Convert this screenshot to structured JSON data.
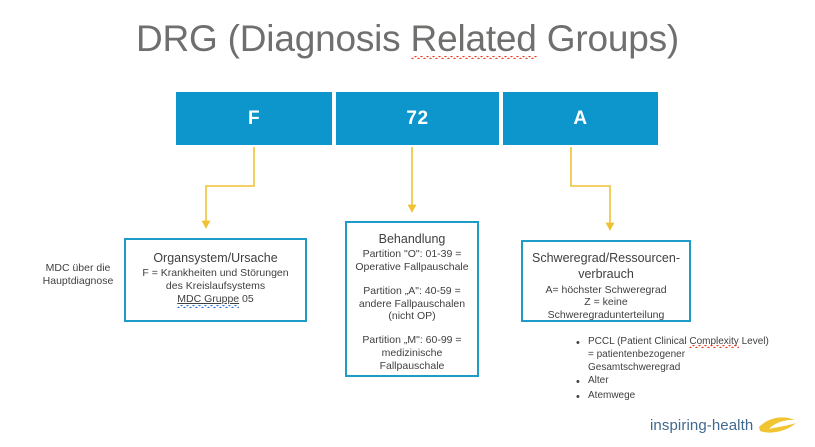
{
  "slide": {
    "background": "#ffffff",
    "accent_blue": "#0d96cc",
    "box_border_blue": "#1e9cc8",
    "arrow_yellow": "#efc233",
    "title_gray": "#6f6f6e",
    "body_gray": "#3f3f3e",
    "logo_blue": "#41688e",
    "logo_yellow": "#f0c433"
  },
  "title": {
    "part1": "DRG (Diagnosis ",
    "misspelled": "Related",
    "part2": " Groups)"
  },
  "code_bar": {
    "segments": [
      {
        "label": "F",
        "name": "code-segment-f"
      },
      {
        "label": "72",
        "name": "code-segment-72"
      },
      {
        "label": "A",
        "name": "code-segment-a"
      }
    ]
  },
  "side_caption": {
    "line1": "MDC über die",
    "line2": "Hauptdiagnose"
  },
  "box_left": {
    "heading": "Organsystem/Ursache",
    "line1": "F = Krankheiten und Störungen",
    "line2": "des Kreislaufsystems",
    "line3_underlined": "MDC Gruppe",
    "line3_rest": " 05"
  },
  "box_mid": {
    "heading": "Behandlung",
    "line1": "Partition \"O\": 01-39 =",
    "line2": "Operative Fallpauschale",
    "line3": "Partition „A\": 40-59 =",
    "line4": "andere Fallpauschalen",
    "line5": "(nicht OP)",
    "line6": "Partition „M\": 60-99 =",
    "line7": "medizinische",
    "line8": "Fallpauschale"
  },
  "box_right": {
    "heading1": "Schweregrad/Ressourcen-",
    "heading2": "verbrauch",
    "line1": "A= höchster Schweregrad",
    "line2": "Z = keine",
    "line3": "Schweregradunterteilung"
  },
  "bullets": [
    {
      "marker": "•",
      "text_pre": "PCCL (Patient Clinical ",
      "misspelled": "Complexity",
      "text_post": " Level)",
      "continuation1": "= patientenbezogener",
      "continuation2": "Gesamtschweregrad"
    },
    {
      "marker": "•",
      "text_pre": "Alter"
    },
    {
      "marker": "•",
      "text_pre": "Atemwege"
    }
  ],
  "logo": {
    "text": "inspiring-health",
    "icon": "swoosh-icon"
  }
}
